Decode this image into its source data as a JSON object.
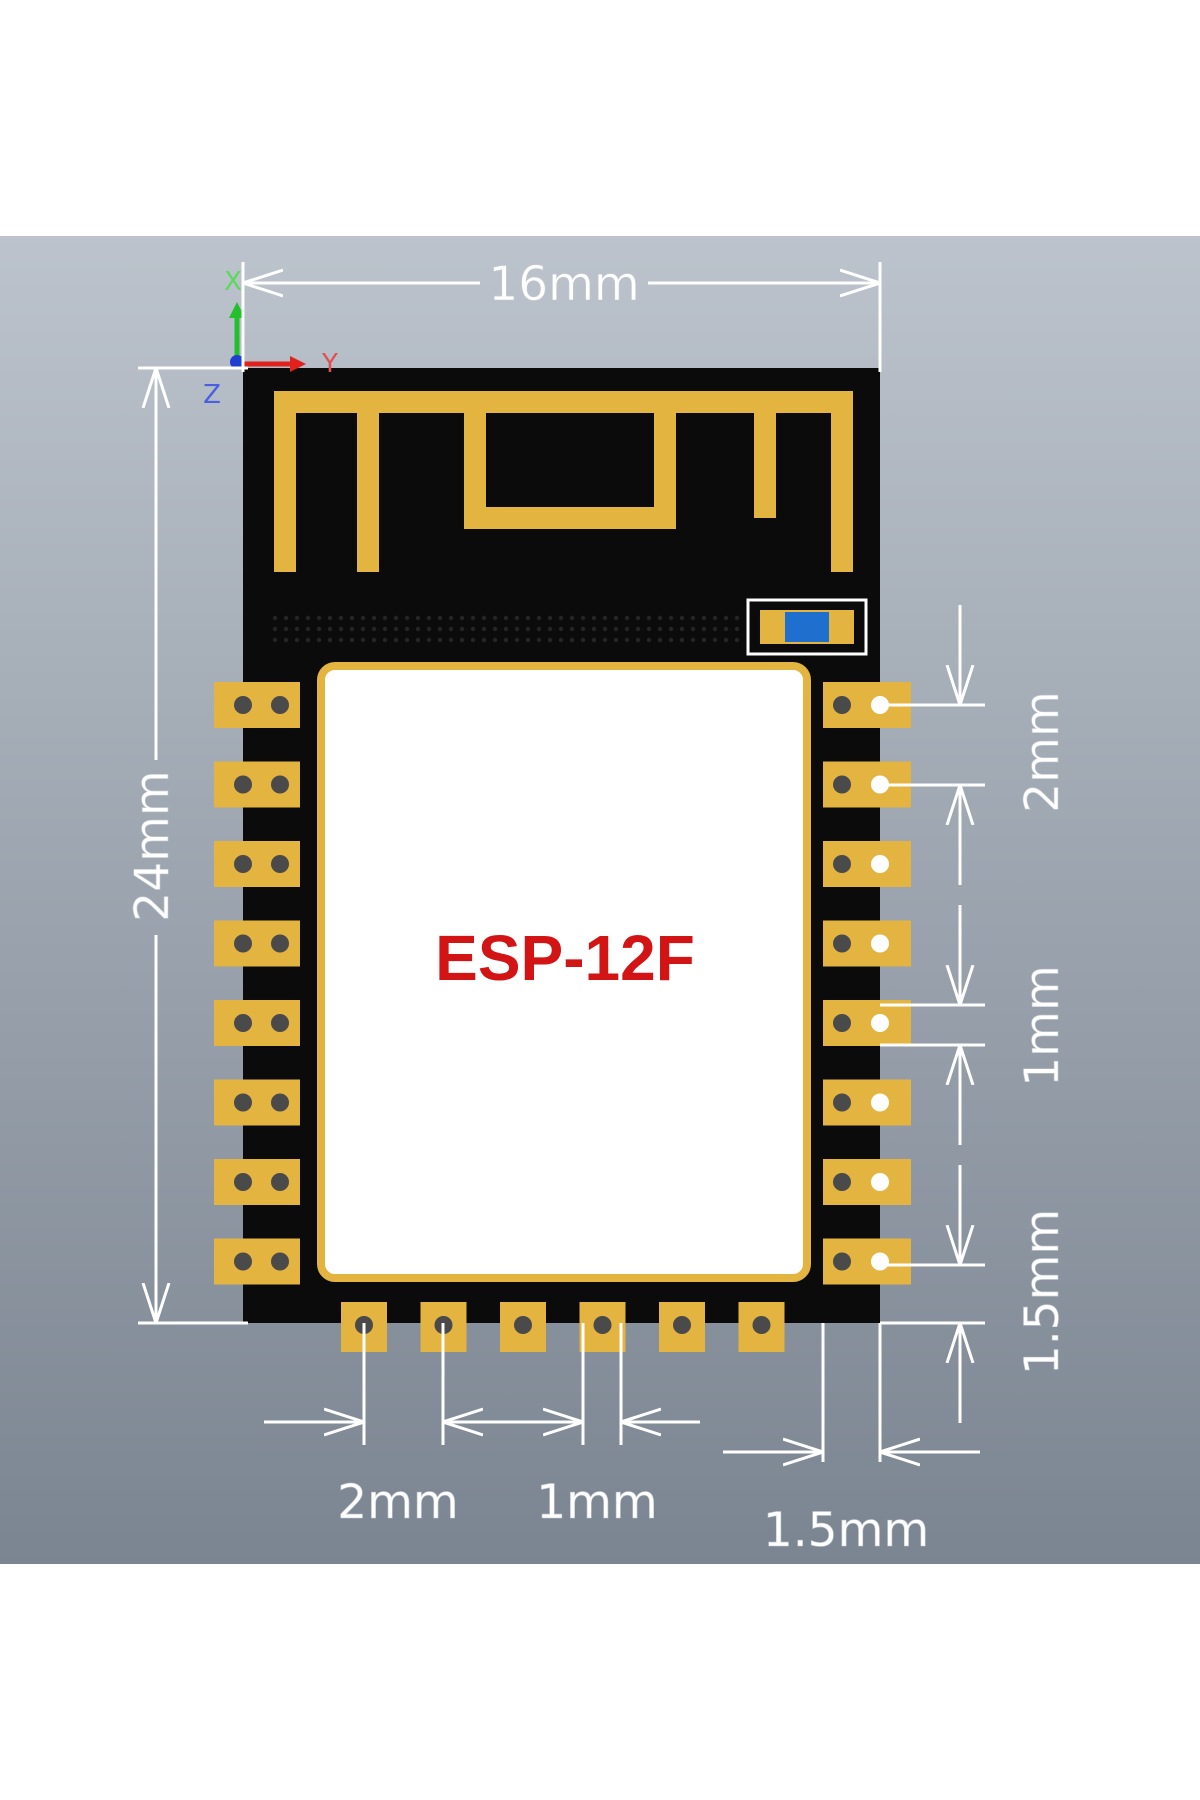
{
  "module": {
    "name": "ESP-12F"
  },
  "dimensions": {
    "width": "16mm",
    "height": "24mm",
    "side_pin_pitch": "2mm",
    "side_pin_gap": "1mm",
    "side_edge_offset": "1.5mm",
    "bottom_pin_pitch": "2mm",
    "bottom_pin_gap": "1mm",
    "bottom_edge_offset": "1.5mm"
  },
  "axes": {
    "x": "X",
    "y": "Y",
    "z": "Z"
  },
  "pins": {
    "left_count": 8,
    "right_count": 8,
    "bottom_count": 6
  },
  "colors": {
    "background_top": "#b9c0c9",
    "background_bottom": "#7d8793",
    "pcb": "#0b0b0b",
    "gold": "#e3b43f",
    "shield": "#ffffff",
    "label": "#d21414",
    "dimension_lines": "#ffffff"
  }
}
